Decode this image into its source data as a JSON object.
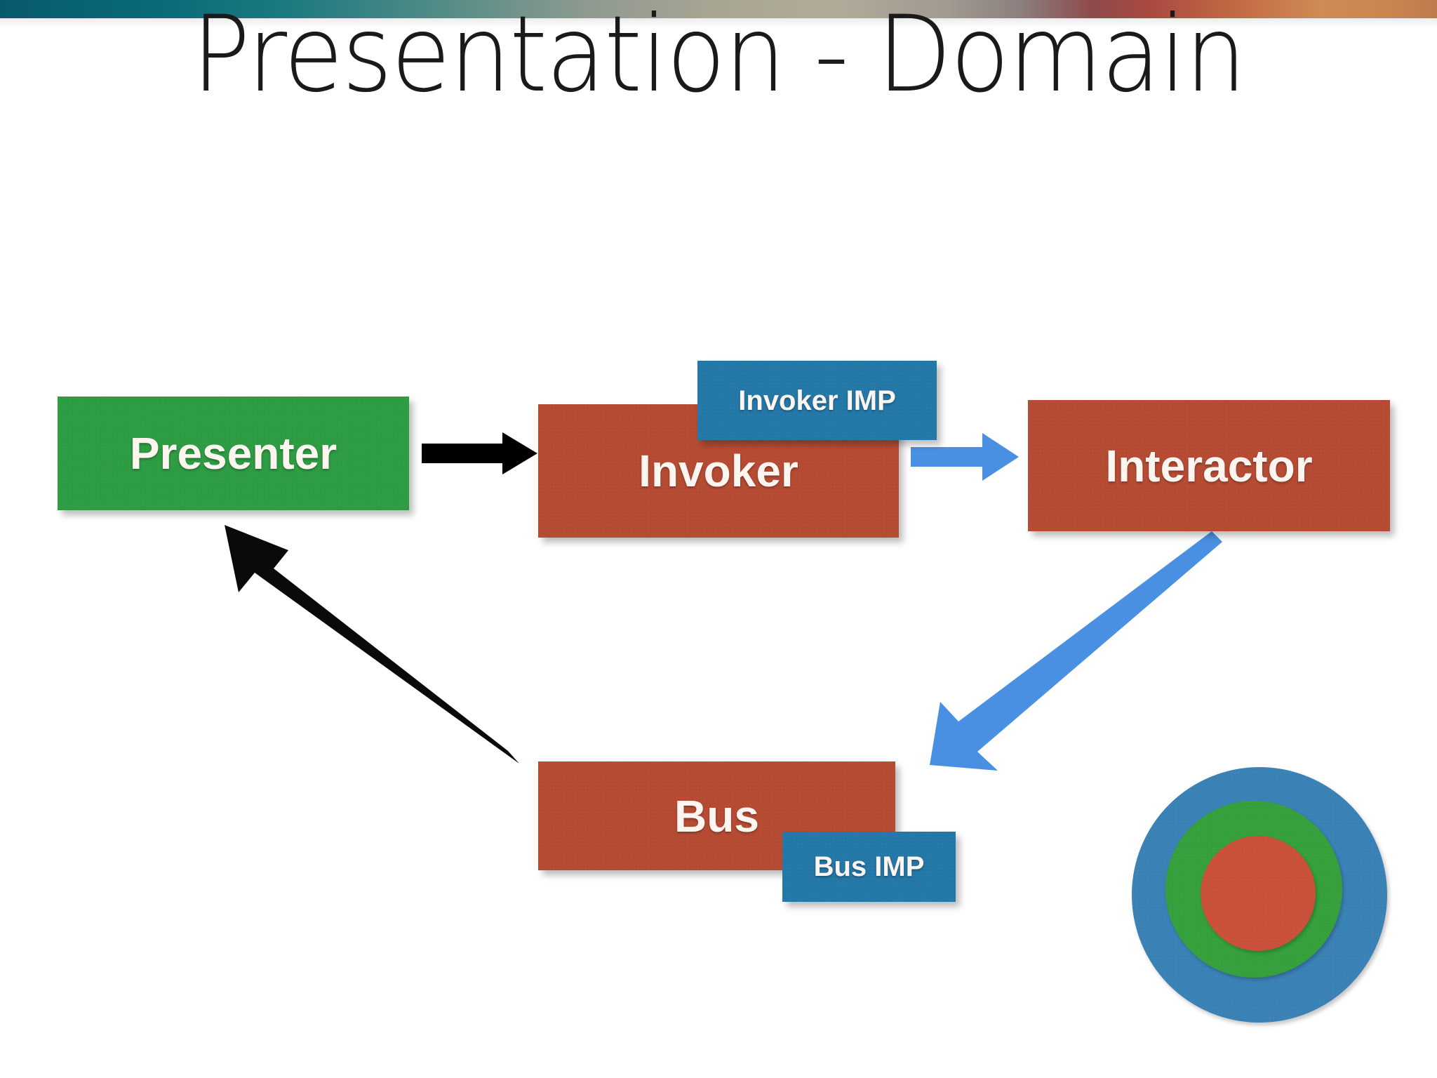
{
  "slide": {
    "title": "Presentation - Domain",
    "background_color": "#ffffff",
    "top_bar": {
      "name": "gradient-stripe",
      "colors": [
        "#075a6b",
        "#1c7a80",
        "#a9a593",
        "#8e4a4c",
        "#c26a44",
        "#d08b54"
      ]
    }
  },
  "diagram": {
    "nodes": [
      {
        "id": "presenter",
        "label": "Presenter",
        "color": "#2e9c43",
        "text_color": "#ffffff"
      },
      {
        "id": "invoker",
        "label": "Invoker",
        "color": "#b64b34",
        "text_color": "#fdf6f0"
      },
      {
        "id": "interactor",
        "label": "Interactor",
        "color": "#b64b34",
        "text_color": "#fdf6f0"
      },
      {
        "id": "bus",
        "label": "Bus",
        "color": "#b64b34",
        "text_color": "#fdf6f0"
      },
      {
        "id": "invoker_imp",
        "label": "Invoker IMP",
        "color": "#2478a8",
        "text_color": "#ffffff"
      },
      {
        "id": "bus_imp",
        "label": "Bus IMP",
        "color": "#2478a8",
        "text_color": "#ffffff"
      }
    ],
    "arrows": [
      {
        "id": "presenter-to-invoker",
        "from": "presenter",
        "to": "invoker",
        "color": "#000000",
        "style": "straight-right"
      },
      {
        "id": "invoker-to-interactor",
        "from": "invoker",
        "to": "interactor",
        "color": "#4a90e2",
        "style": "straight-right"
      },
      {
        "id": "interactor-to-bus",
        "from": "interactor",
        "to": "bus",
        "color": "#4a90e2",
        "style": "diagonal-down-left"
      },
      {
        "id": "bus-to-presenter",
        "from": "bus",
        "to": "presenter",
        "color": "#000000",
        "style": "diagonal-up-left"
      }
    ]
  },
  "logo": {
    "name": "concentric-circles-logo",
    "rings": [
      {
        "id": "outer",
        "color": "#3a81b5"
      },
      {
        "id": "middle",
        "color": "#35a03c"
      },
      {
        "id": "inner",
        "color": "#c9503a"
      }
    ]
  }
}
